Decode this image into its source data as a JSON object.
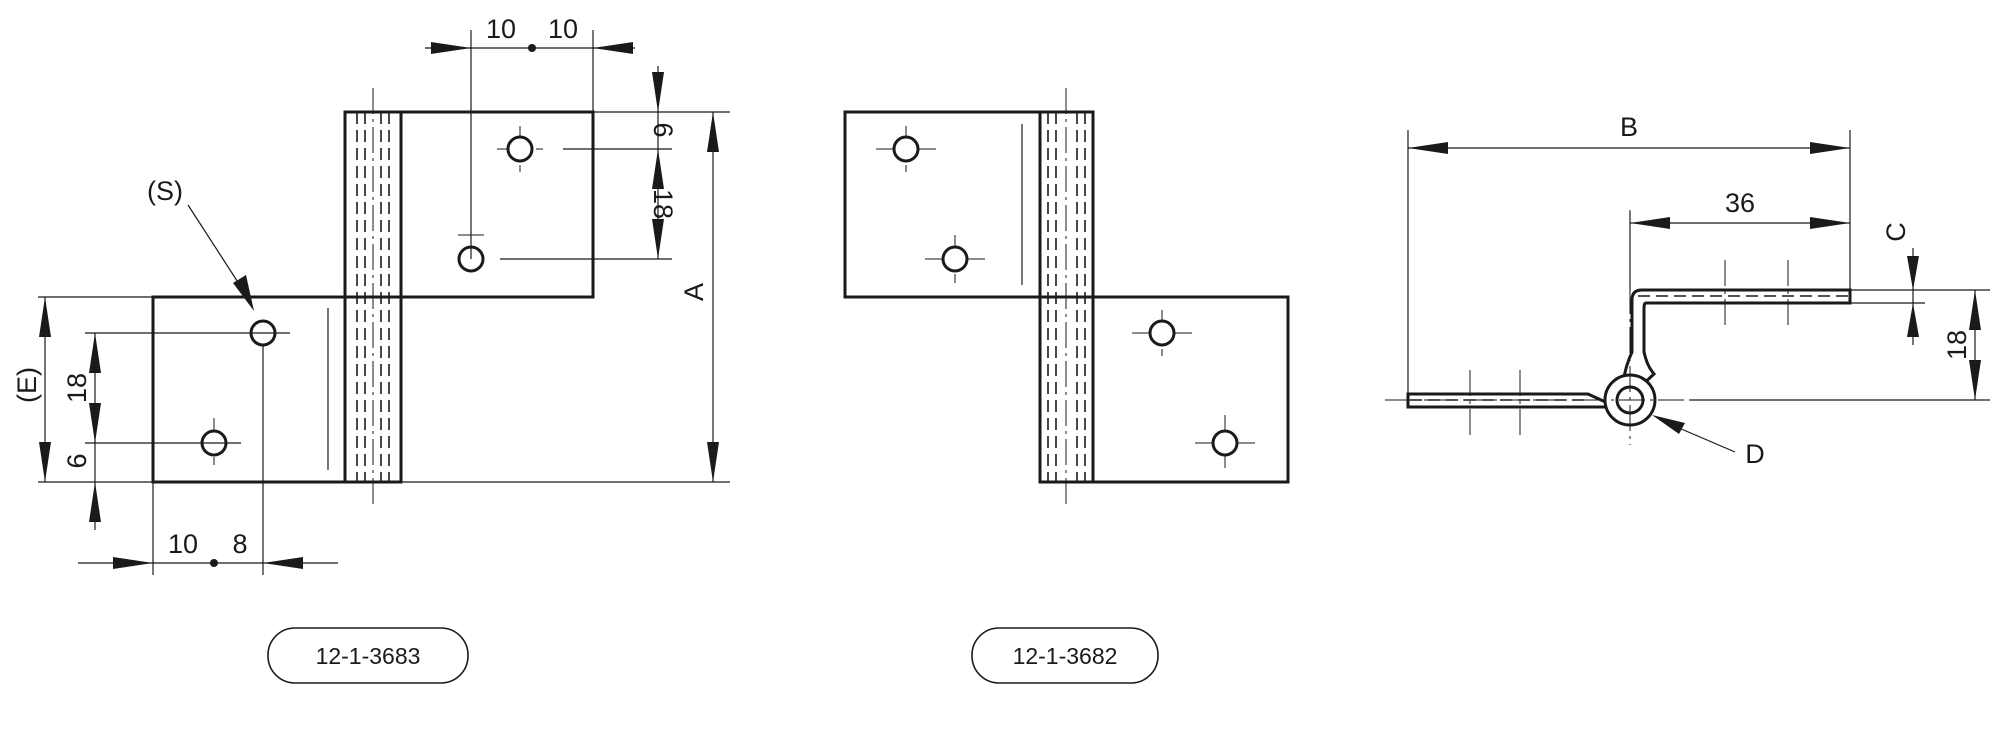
{
  "views": {
    "left": {
      "code_label": "12-1-3683",
      "dims": {
        "top_10a": "10",
        "top_10b": "10",
        "right_6": "6",
        "right_18": "18",
        "dim_A": "A",
        "label_S": "(S)",
        "label_E": "(E)",
        "left_18": "18",
        "left_6": "6",
        "bottom_10": "10",
        "bottom_8": "8"
      }
    },
    "middle": {
      "code_label": "12-1-3682"
    },
    "side": {
      "dims": {
        "dim_B": "B",
        "dim_36": "36",
        "dim_C": "C",
        "dim_18": "18",
        "dim_D": "D"
      }
    }
  }
}
